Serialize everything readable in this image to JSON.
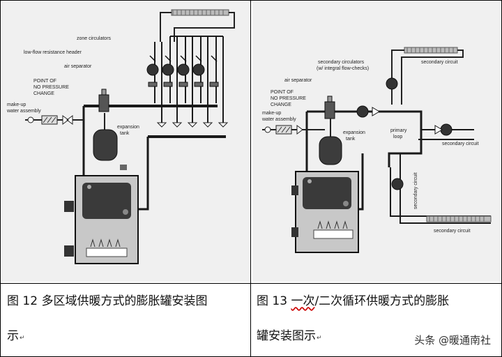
{
  "left_figure": {
    "labels": {
      "zone_circulators": "zone circulators",
      "header": "low-flow resistance header",
      "air_separator": "air separator",
      "pnpc_1": "POINT OF",
      "pnpc_2": "NO PRESSURE",
      "pnpc_3": "CHANGE",
      "makeup_1": "make-up",
      "makeup_2": "water assembly",
      "exp_1": "expansion",
      "exp_2": "tank"
    },
    "caption_line1": "图 12 多区域供暖方式的膨胀罐安装图",
    "caption_line2": "示"
  },
  "right_figure": {
    "labels": {
      "sec_circ_1": "secondary circulators",
      "sec_circ_2": "(w/ integral flow-checks)",
      "sec_circuit_top": "secondary circuit",
      "air_separator": "air separator",
      "pnpc_1": "POINT OF",
      "pnpc_2": "NO PRESSURE",
      "pnpc_3": "CHANGE",
      "makeup_1": "make-up",
      "makeup_2": "water assembly",
      "exp_1": "expansion",
      "exp_2": "tank",
      "primary_1": "primary",
      "primary_2": "loop",
      "sec_circuit_right": "secondary circuit",
      "sec_circuit_vertical": "secondary circuit",
      "sec_circuit_bottom": "secondary circuit"
    },
    "caption_prefix": "图  13  ",
    "caption_underlined": "一次",
    "caption_rest": "/二次循环供暖方式的膨胀",
    "caption_line2": "罐安装图示"
  },
  "return_mark": "↵",
  "watermark": "头条 @暖通南社",
  "colors": {
    "pipe": "#1a1a1a",
    "boiler": "#3a3a3a",
    "panel_bg": "#f0f0f0"
  }
}
